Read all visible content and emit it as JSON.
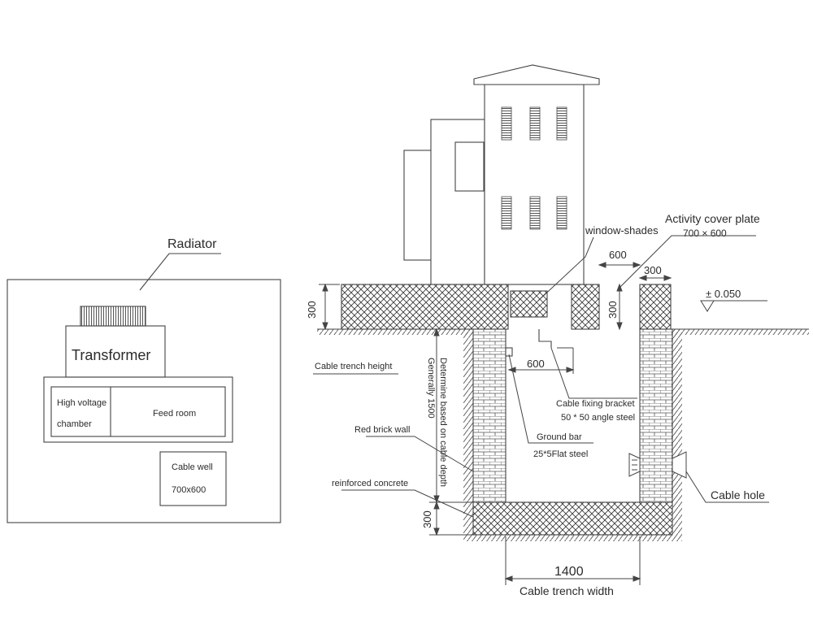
{
  "plan": {
    "radiator": "Radiator",
    "transformer": "Transformer",
    "hv_chamber_line1": "High voltage",
    "hv_chamber_line2": "chamber",
    "feed_room": "Feed room",
    "cable_well_line1": "Cable well",
    "cable_well_line2": "700x600"
  },
  "section": {
    "activity_cover_plate": "Activity cover plate",
    "cover_plate_size": "700 × 600",
    "window_shades": "window-shades",
    "dim_600_top": "600",
    "dim_300_right": "300",
    "dim_300_cover": "300",
    "dim_300_slab": "300",
    "elevation": "± 0.050",
    "cable_trench_height": "Cable trench height",
    "depth_note_1": "Determine based on cable depth",
    "depth_note_2": "Generally 1500",
    "dim_600_inner": "600",
    "bracket_line1": "Cable fixing bracket",
    "bracket_line2": "50 * 50 angle steel",
    "ground_bar_line1": "Ground bar",
    "ground_bar_line2": "25*5Flat steel",
    "red_brick_wall": "Red brick wall",
    "reinforced_concrete": "reinforced concrete",
    "dim_300_bottom": "300",
    "cable_hole": "Cable hole",
    "width_dim": "1400",
    "width_label": "Cable trench width"
  }
}
